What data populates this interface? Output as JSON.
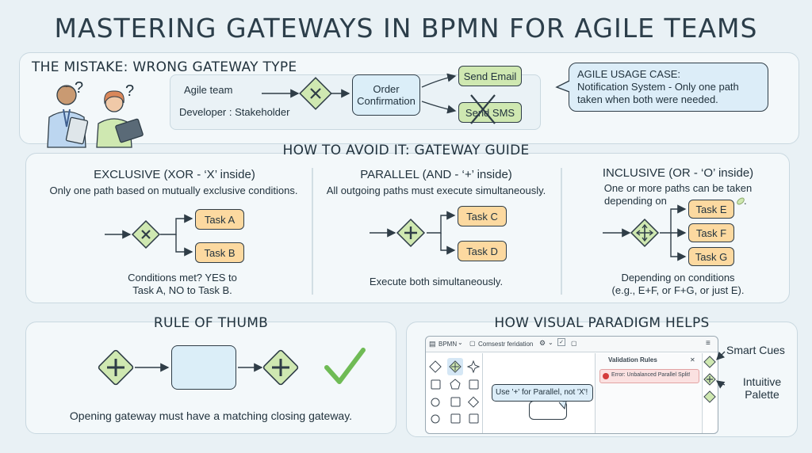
{
  "title": "MASTERING GATEWAYS IN BPMN FOR AGILE TEAMS",
  "mistake": {
    "heading": "THE MISTAKE: WRONG GATEWAY TYPE",
    "agile_team": "Agile team",
    "dev_stakeholder": "Developer : Stakeholder",
    "order_confirmation_1": "Order",
    "order_confirmation_2": "Confirmation",
    "send_email": "Send Email",
    "send_sms": "Send SMS",
    "question_mark": "?",
    "use_case_1": "AGILE USAGE CASE:",
    "use_case_2": "Notification System - Only one path",
    "use_case_3": "taken when both were needed."
  },
  "guide": {
    "heading": "HOW TO AVOID IT: GATEWAY GUIDE",
    "exclusive": {
      "title": "EXCLUSIVE (XOR - ‘X’ inside)",
      "desc": "Only one path based on mutually exclusive conditions.",
      "task_a": "Task A",
      "task_b": "Task B",
      "note_1": "Conditions met? YES to",
      "note_2": "Task A, NO to Task B."
    },
    "parallel": {
      "title": "PARALLEL (AND - ‘+’ inside)",
      "desc": "All outgoing paths must execute simultaneously.",
      "task_c": "Task C",
      "task_d": "Task D",
      "note": "Execute both simultaneously."
    },
    "inclusive": {
      "title": "INCLUSIVE (OR - ‘O’ inside)",
      "desc_1": "One or more paths can be taken",
      "desc_2": "depending on",
      "desc_3": ".",
      "task_e": "Task E",
      "task_f": "Task F",
      "task_g": "Task G",
      "note_1": "Depending on conditions",
      "note_2": "(e.g., E+F, or F+G, or just E)."
    }
  },
  "rule": {
    "heading": "RULE OF THUMB",
    "note": "Opening gateway must have a matching closing gateway."
  },
  "vp": {
    "heading": "HOW VISUAL PARADIGM HELPS",
    "toolbar_bpmn": "BPMN",
    "toolbar_chev": "⌄",
    "toolbar_text": "Comsestr feridation",
    "validation_title": "Validation Rules",
    "validation_close": "✕",
    "error_text": "Error: Unbalanced Parallel Split!",
    "tip": "Use '+' for Parallel, not 'X'!",
    "smart_cues": "Smart Cues",
    "intuitive": "Intuitive",
    "palette": "Palette"
  }
}
